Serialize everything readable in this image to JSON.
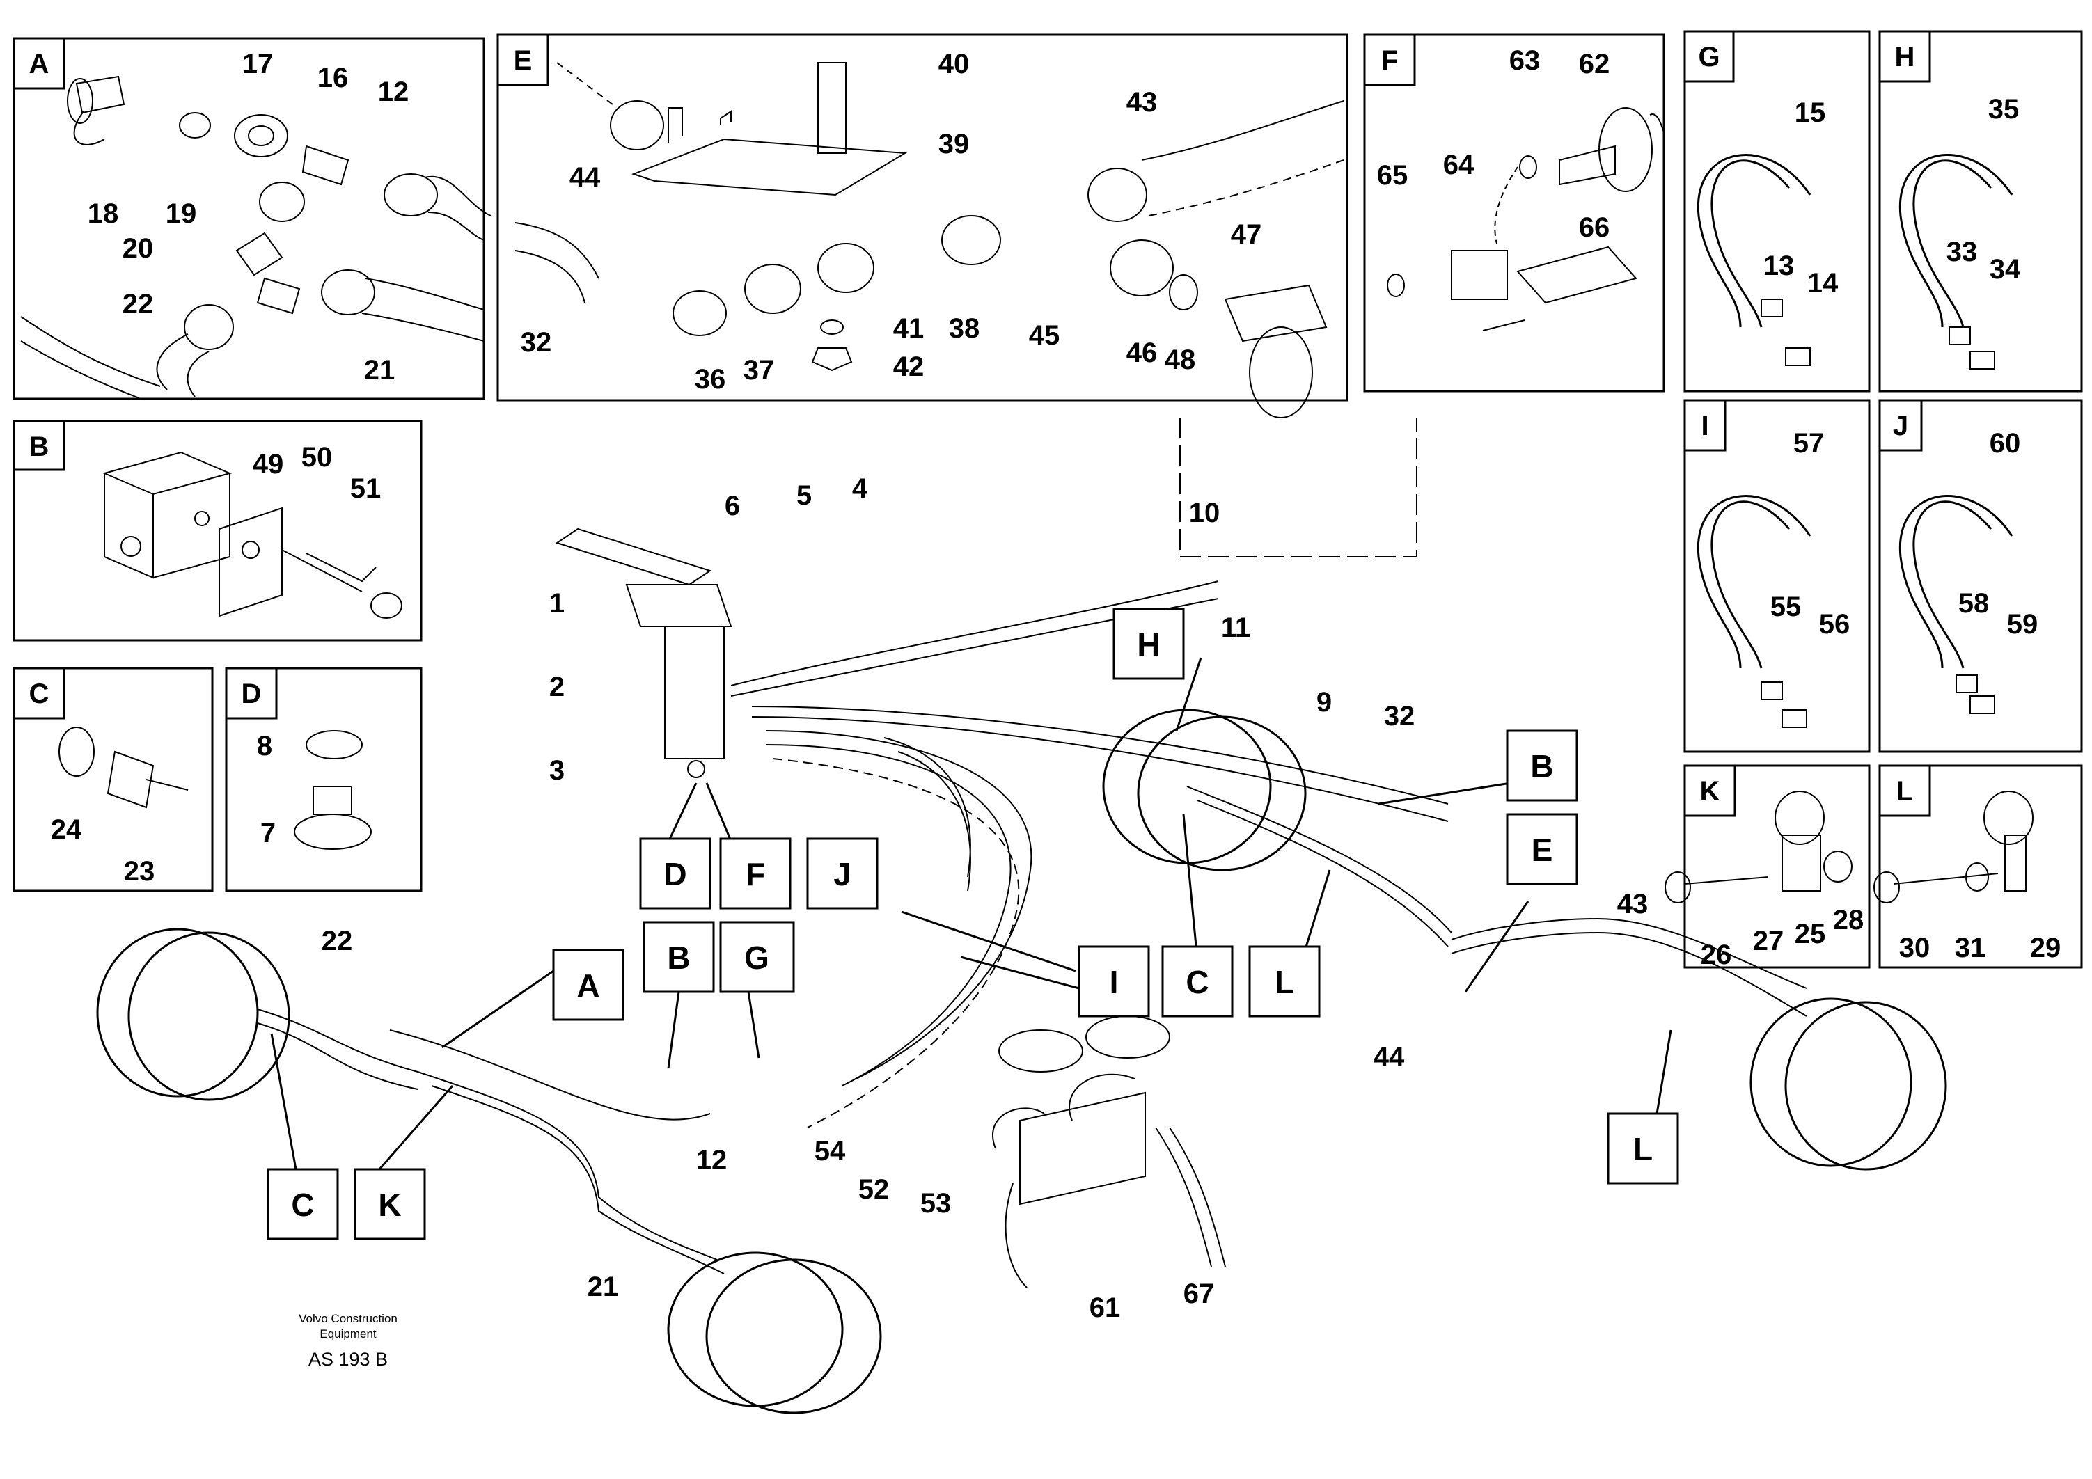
{
  "panels": {
    "A": "A",
    "B": "B",
    "C": "C",
    "D": "D",
    "E": "E",
    "F": "F",
    "G": "G",
    "H": "H",
    "I": "I",
    "J": "J",
    "K": "K",
    "L": "L"
  },
  "callouts": {
    "A": "A",
    "B1": "B",
    "B2": "B",
    "C1": "C",
    "C2": "C",
    "D": "D",
    "E": "E",
    "F": "F",
    "G": "G",
    "H": "H",
    "I": "I",
    "J": "J",
    "K": "K",
    "L1": "L",
    "L2": "L"
  },
  "parts": {
    "p1": "1",
    "p2": "2",
    "p3": "3",
    "p4": "4",
    "p5": "5",
    "p6": "6",
    "p7": "7",
    "p8": "8",
    "p9": "9",
    "p10": "10",
    "p11": "11",
    "p12": "12",
    "p12b": "12",
    "p13": "13",
    "p14": "14",
    "p15": "15",
    "p16": "16",
    "p17": "17",
    "p18": "18",
    "p19": "19",
    "p20": "20",
    "p21": "21",
    "p21b": "21",
    "p22": "22",
    "p22b": "22",
    "p23": "23",
    "p24": "24",
    "p25": "25",
    "p26": "26",
    "p27": "27",
    "p28": "28",
    "p29": "29",
    "p30": "30",
    "p31": "31",
    "p32": "32",
    "p32b": "32",
    "p33": "33",
    "p34": "34",
    "p35": "35",
    "p36": "36",
    "p37": "37",
    "p38": "38",
    "p39": "39",
    "p40": "40",
    "p41": "41",
    "p42": "42",
    "p43": "43",
    "p43b": "43",
    "p44": "44",
    "p44b": "44",
    "p45": "45",
    "p46": "46",
    "p47": "47",
    "p48": "48",
    "p49": "49",
    "p50": "50",
    "p51": "51",
    "p52": "52",
    "p53": "53",
    "p54": "54",
    "p55": "55",
    "p56": "56",
    "p57": "57",
    "p58": "58",
    "p59": "59",
    "p60": "60",
    "p61": "61",
    "p62": "62",
    "p63": "63",
    "p64": "64",
    "p65": "65",
    "p66": "66",
    "p67": "67"
  },
  "caption": {
    "line1": "Volvo Construction",
    "line2": "Equipment",
    "code": "AS 193 B"
  }
}
